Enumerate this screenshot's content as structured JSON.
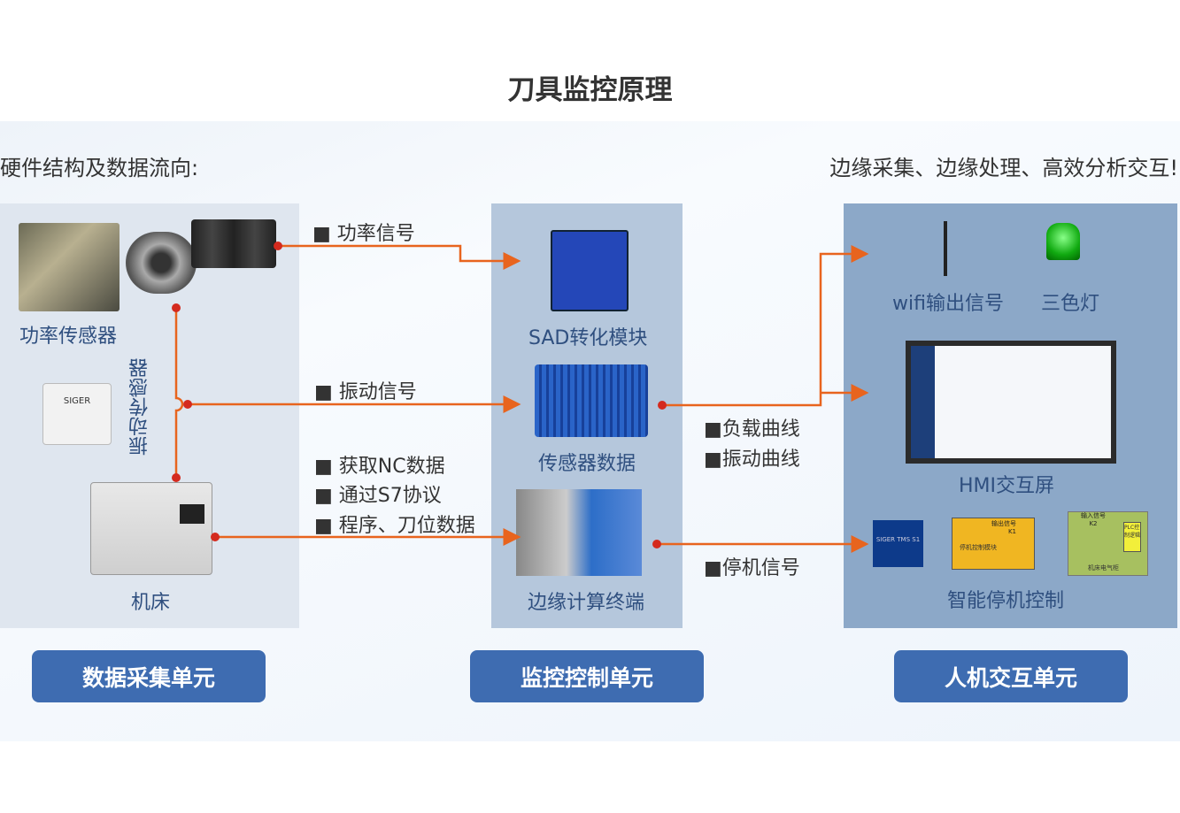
{
  "title": "刀具监控原理",
  "subtitle_left": "硬件结构及数据流向:",
  "subtitle_right": "边缘采集、边缘处理、高效分析交互!",
  "acquisition": {
    "power_sensor": "功率传感器",
    "vibration_sensor": "振动传感器",
    "machine": "机床",
    "sensor_brand": "SIGER"
  },
  "control": {
    "sad": "SAD转化模块",
    "sensor_data": "传感器数据",
    "edge": "边缘计算终端"
  },
  "hmi": {
    "wifi": "wifi输出信号",
    "lamp": "三色灯",
    "screen": "HMI交互屏",
    "stop": "智能停机控制",
    "stop_diagram": {
      "box1": "SIGER TMS S1",
      "box2": "停机控制模块",
      "out": "输出信号 K1",
      "in": "输入信号 K2",
      "plc": "PLC控制逻辑",
      "cabinet": "机床电气柜"
    }
  },
  "signals": {
    "power": "功率信号",
    "vibration": "振动信号",
    "nc": [
      "获取NC数据",
      "通过S7协议",
      "程序、刀位数据"
    ],
    "load": "负载曲线",
    "vib_curve": "振动曲线",
    "stop": "停机信号"
  },
  "buttons": [
    "数据采集单元",
    "监控控制单元",
    "人机交互单元"
  ],
  "colors": {
    "line": "#e8641e",
    "dot": "#d42a1e",
    "button": "#3e6cb1"
  }
}
